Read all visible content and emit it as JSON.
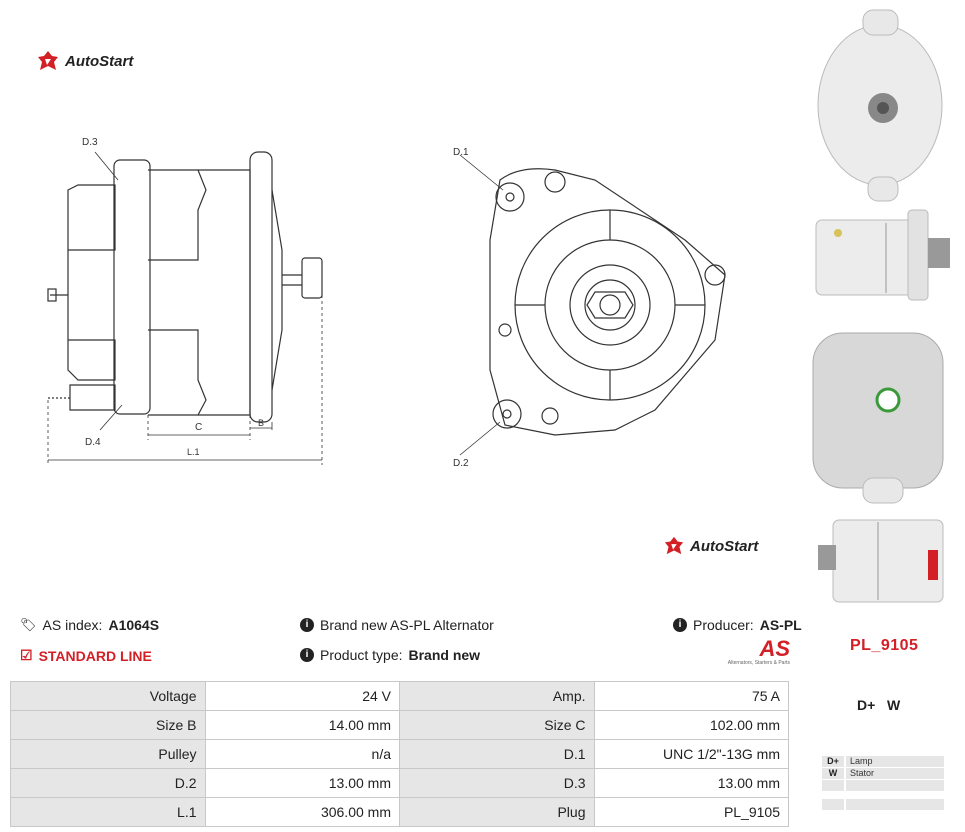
{
  "brand": {
    "logo_text": "AutoStart"
  },
  "drawing": {
    "labels": {
      "d1": "D.1",
      "d2": "D.2",
      "d3": "D.3",
      "d4": "D.4",
      "c": "C",
      "b": "B",
      "l1": "L.1"
    }
  },
  "info": {
    "as_index_label": "AS index:",
    "as_index_value": "A1064S",
    "standard_line": "STANDARD LINE",
    "description": "Brand new AS-PL Alternator",
    "product_type_label": "Product type:",
    "product_type_value": "Brand new",
    "producer_label": "Producer:",
    "producer_value": "AS-PL",
    "as_logo_text": "AS",
    "as_logo_tagline": "Alternators, Starters & Parts"
  },
  "specs": [
    [
      {
        "label": "Voltage",
        "value": "24 V"
      },
      {
        "label": "Amp.",
        "value": "75 A"
      }
    ],
    [
      {
        "label": "Size B",
        "value": "14.00 mm"
      },
      {
        "label": "Size C",
        "value": "102.00 mm"
      }
    ],
    [
      {
        "label": "Pulley",
        "value": "n/a"
      },
      {
        "label": "D.1",
        "value": "UNC 1/2\"-13G mm"
      }
    ],
    [
      {
        "label": "D.2",
        "value": "13.00 mm"
      },
      {
        "label": "D.3",
        "value": "13.00 mm"
      }
    ],
    [
      {
        "label": "L.1",
        "value": "306.00 mm"
      },
      {
        "label": "Plug",
        "value": "PL_9105"
      }
    ]
  ],
  "plug": {
    "code": "PL_9105",
    "terminals_text": "D+   W",
    "rows": [
      {
        "key": "D+",
        "value": "Lamp"
      },
      {
        "key": "W",
        "value": "Stator"
      },
      {
        "key": "",
        "value": ""
      },
      {
        "key": "",
        "value": ""
      }
    ]
  },
  "colors": {
    "accent": "#d32027",
    "table_label_bg": "#e6e6e6",
    "line": "#333333"
  }
}
